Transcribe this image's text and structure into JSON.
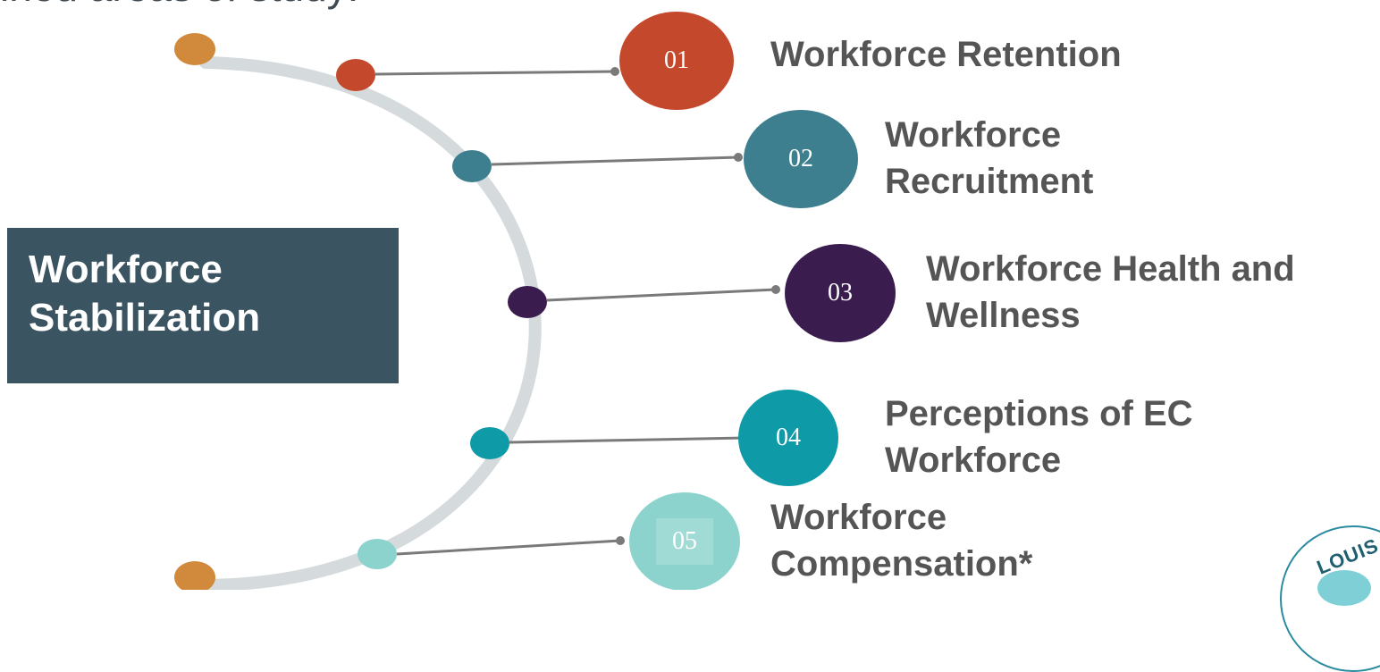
{
  "intro_text": "ined areas of study:",
  "center_label_lines": [
    "Workforce",
    "Stabilization"
  ],
  "items": [
    {
      "num": "01",
      "label_lines": [
        "Workforce Retention"
      ],
      "color": "#c4482b"
    },
    {
      "num": "02",
      "label_lines": [
        "Workforce",
        "Recruitment"
      ],
      "color": "#3d7f8f"
    },
    {
      "num": "03",
      "label_lines": [
        "Workforce Health and",
        "Wellness"
      ],
      "color": "#3b1c4e"
    },
    {
      "num": "04",
      "label_lines": [
        "Perceptions of EC",
        "Workforce"
      ],
      "color": "#0f9aa8"
    },
    {
      "num": "05",
      "label_lines": [
        "Workforce",
        "Compensation*"
      ],
      "color": "#8bd3cc"
    }
  ],
  "accent_colors": {
    "arc": "#d5dadc",
    "end_dots": "#d18a3c",
    "center_box": "#3a5462",
    "connector": "#7a7a7a"
  },
  "logo_text": "LOUIS"
}
